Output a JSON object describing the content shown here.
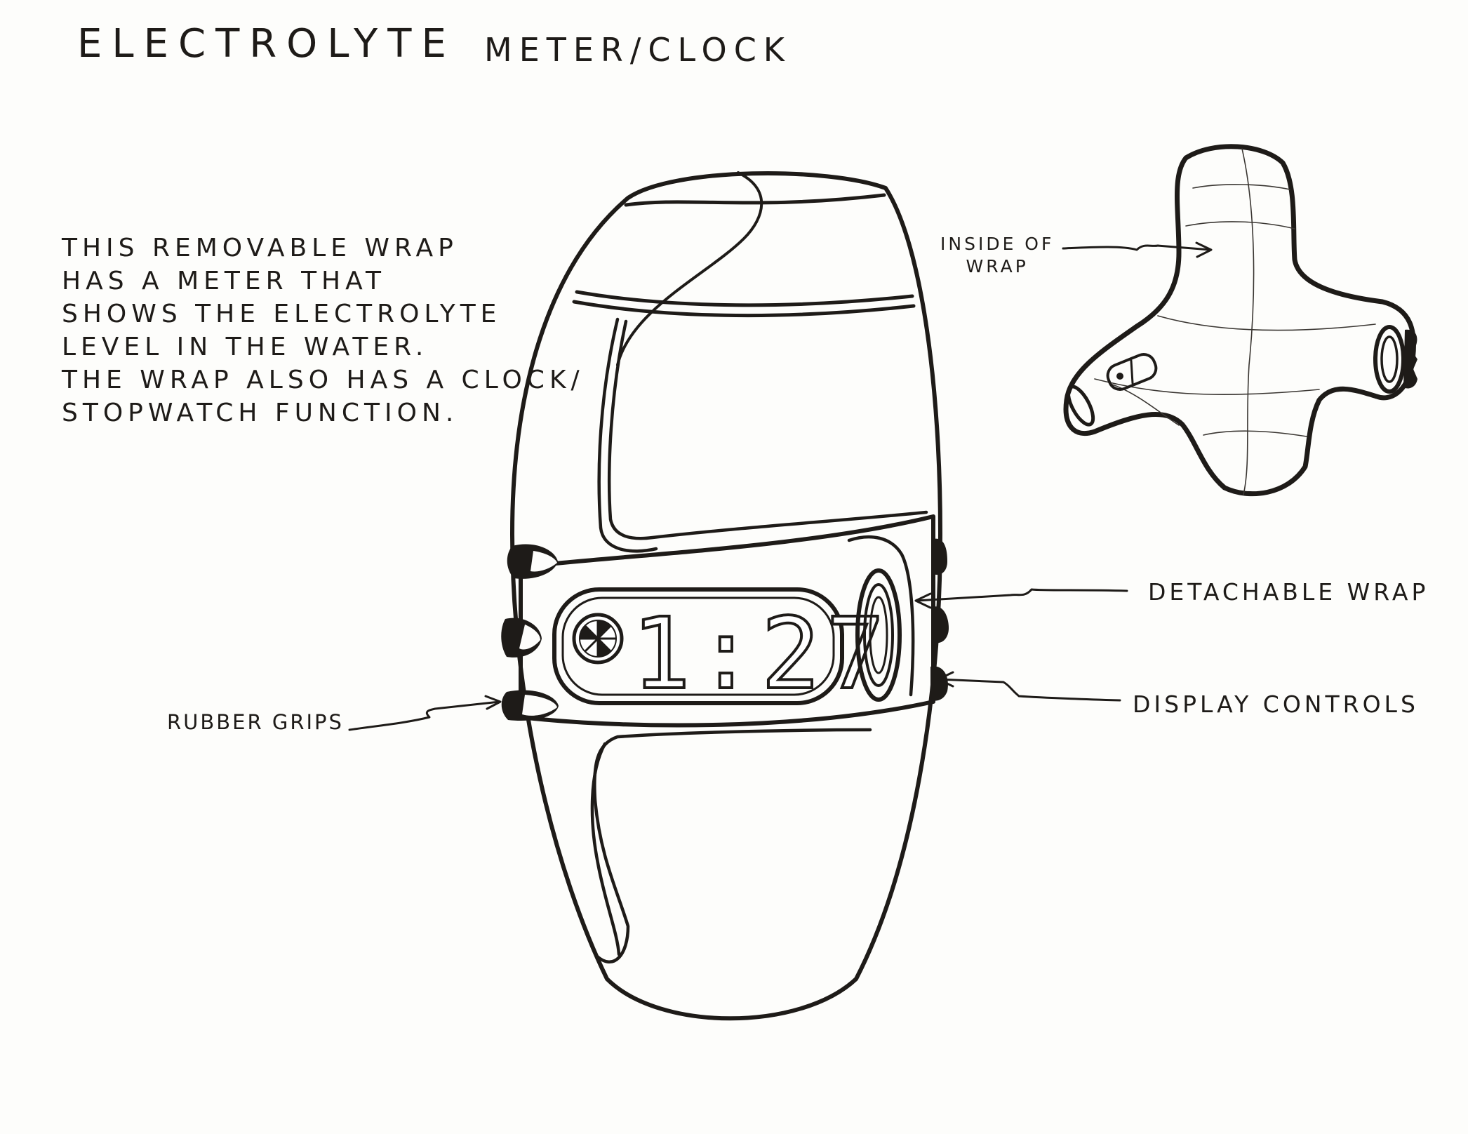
{
  "title": {
    "left": "ELECTROLYTE",
    "right": "METER/CLOCK"
  },
  "description": [
    "THIS REMOVABLE WRAP",
    "HAS A METER THAT",
    "SHOWS THE ELECTROLYTE",
    "LEVEL IN THE WATER.",
    "THE WRAP ALSO HAS A CLOCK/",
    "STOPWATCH FUNCTION."
  ],
  "labels": {
    "inside_line1": "INSIDE OF",
    "inside_line2": "WRAP",
    "detachable_wrap": "DETACHABLE WRAP",
    "display_controls": "DISPLAY CONTROLS",
    "rubber_grips": "RUBBER GRIPS"
  },
  "display": {
    "time": "1:27",
    "icon": "citrus-slice-icon"
  },
  "colors": {
    "ink": "#1e1b18",
    "paper": "#fdfdfb"
  }
}
